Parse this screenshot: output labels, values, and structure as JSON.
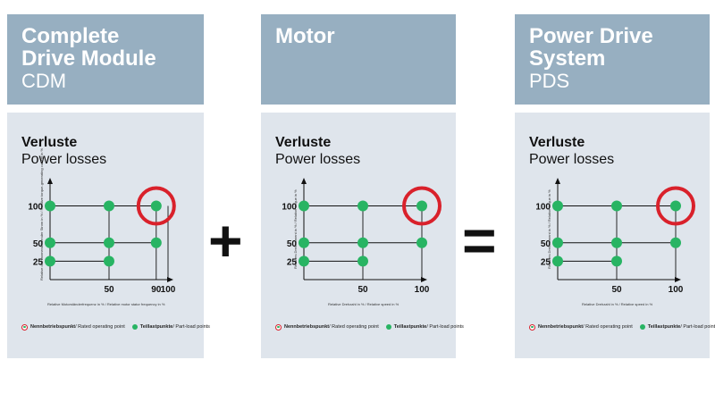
{
  "columns": [
    {
      "header": {
        "title_line1": "Complete",
        "title_line2": "Drive Module",
        "abbr": "CDM"
      },
      "panel": {
        "title_de": "Verluste",
        "title_en": "Power losses",
        "y_axis_label": "Relative drehmomentbildender Strom in % / Relative torque-generating current in %",
        "x_axis_label": "Relative Motorständerfrequenz in % / Relative motor stator frequency in %",
        "x_ticks": [
          "50",
          "90",
          "100"
        ],
        "y_ticks": [
          "100",
          "50",
          "25"
        ]
      }
    },
    {
      "header": {
        "title_line1": "Motor",
        "title_line2": "",
        "abbr": ""
      },
      "panel": {
        "title_de": "Verluste",
        "title_en": "Power losses",
        "y_axis_label": "Relatives Drehmoment in % / Relative torque in %",
        "x_axis_label": "Relative Drehzahl in % / Relative speed in %",
        "x_ticks": [
          "50",
          "100"
        ],
        "y_ticks": [
          "100",
          "50",
          "25"
        ]
      }
    },
    {
      "header": {
        "title_line1": "Power Drive",
        "title_line2": "System",
        "abbr": "PDS"
      },
      "panel": {
        "title_de": "Verluste",
        "title_en": "Power losses",
        "y_axis_label": "Relatives Drehmoment in % / Relative torque in %",
        "x_axis_label": "Relative Drehzahl in % / Relative speed in %",
        "x_ticks": [
          "50",
          "100"
        ],
        "y_ticks": [
          "100",
          "50",
          "25"
        ]
      }
    }
  ],
  "operators": {
    "plus": "+",
    "equals": "="
  },
  "legend": {
    "rated_de": "Nennbetriebspunkt",
    "rated_en": " / Rated operating point",
    "part_de": "Teillastpunkte",
    "part_en": " / Part-load points"
  },
  "colors": {
    "header_bg": "#97afc1",
    "panel_bg": "#dfe5ec",
    "point_green": "#28b463",
    "rated_ring_red": "#d9212b"
  },
  "diagrams": [
    {
      "x_values": [
        0,
        50,
        90,
        100
      ],
      "y_values": [
        25,
        50,
        100
      ],
      "points": [
        {
          "x": 0,
          "y": 100,
          "type": "part"
        },
        {
          "x": 50,
          "y": 100,
          "type": "part"
        },
        {
          "x": 90,
          "y": 100,
          "type": "rated"
        },
        {
          "x": 0,
          "y": 50,
          "type": "part"
        },
        {
          "x": 50,
          "y": 50,
          "type": "part"
        },
        {
          "x": 90,
          "y": 50,
          "type": "part"
        },
        {
          "x": 0,
          "y": 25,
          "type": "part"
        },
        {
          "x": 50,
          "y": 25,
          "type": "part"
        }
      ]
    },
    {
      "x_values": [
        0,
        50,
        100
      ],
      "y_values": [
        25,
        50,
        100
      ],
      "points": [
        {
          "x": 0,
          "y": 100,
          "type": "part"
        },
        {
          "x": 50,
          "y": 100,
          "type": "part"
        },
        {
          "x": 100,
          "y": 100,
          "type": "rated"
        },
        {
          "x": 0,
          "y": 50,
          "type": "part"
        },
        {
          "x": 50,
          "y": 50,
          "type": "part"
        },
        {
          "x": 100,
          "y": 50,
          "type": "part"
        },
        {
          "x": 0,
          "y": 25,
          "type": "part"
        },
        {
          "x": 50,
          "y": 25,
          "type": "part"
        }
      ]
    },
    {
      "x_values": [
        0,
        50,
        100
      ],
      "y_values": [
        25,
        50,
        100
      ],
      "points": [
        {
          "x": 0,
          "y": 100,
          "type": "part"
        },
        {
          "x": 50,
          "y": 100,
          "type": "part"
        },
        {
          "x": 100,
          "y": 100,
          "type": "rated"
        },
        {
          "x": 0,
          "y": 50,
          "type": "part"
        },
        {
          "x": 50,
          "y": 50,
          "type": "part"
        },
        {
          "x": 100,
          "y": 50,
          "type": "part"
        },
        {
          "x": 0,
          "y": 25,
          "type": "part"
        },
        {
          "x": 50,
          "y": 25,
          "type": "part"
        }
      ]
    }
  ]
}
